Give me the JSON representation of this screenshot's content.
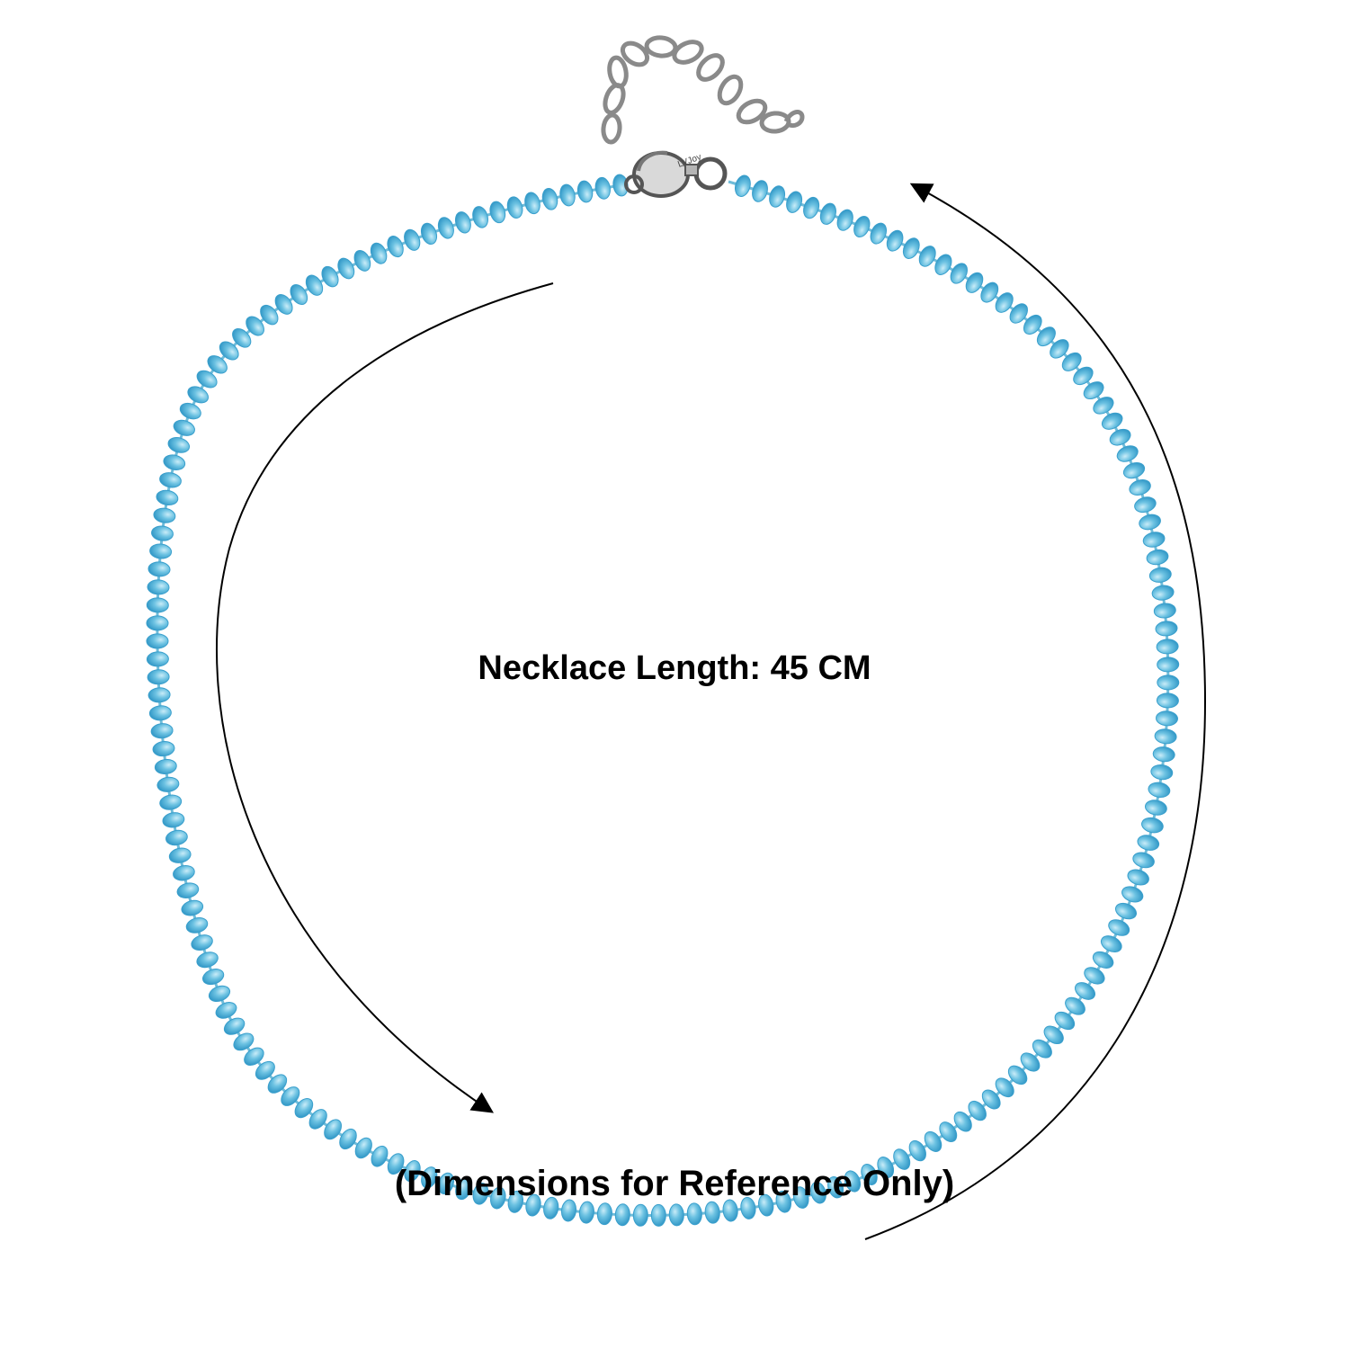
{
  "product_image": {
    "measurement_label": "Necklace Length: 45 CM",
    "disclaimer": "(Dimensions for Reference Only)",
    "clasp_stamp": "LVJoy",
    "colors": {
      "background": "#ffffff",
      "bead_fill": "#58b7d9",
      "bead_highlight": "#a6dcf0",
      "bead_edge": "#2b8fbf",
      "chain_metal": "#8a8a8a",
      "arrow": "#000000",
      "text": "#000000"
    }
  }
}
